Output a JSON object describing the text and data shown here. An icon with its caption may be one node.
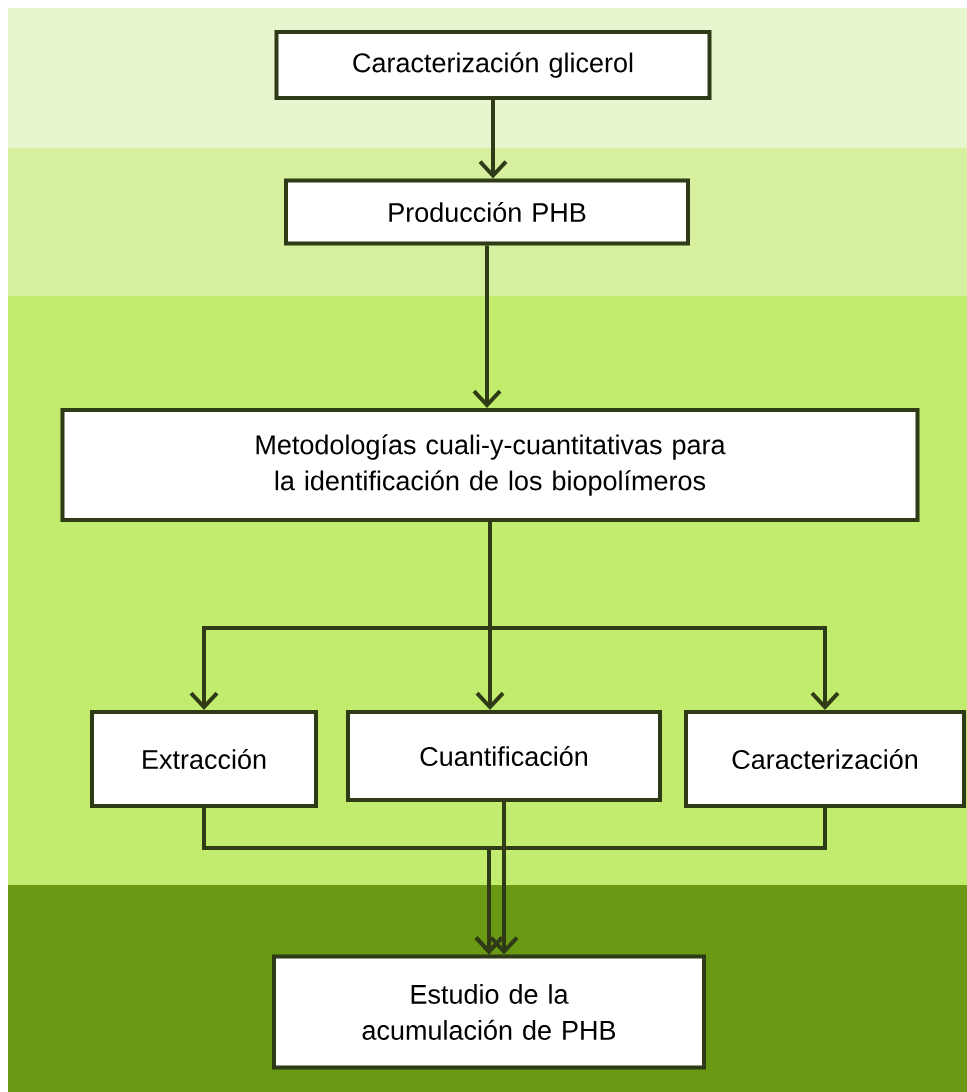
{
  "diagram": {
    "nodes": [
      {
        "text": [
          "Caracterización glicerol"
        ]
      },
      {
        "text": [
          "Producción  PHB"
        ]
      },
      {
        "text": [
          "Metodologías cuali-y-cuantitativas  para la identificación de los biopolímeros"
        ]
      },
      {
        "text": [
          "Extracción"
        ]
      },
      {
        "text": [
          "Cuantificación"
        ]
      },
      {
        "text": [
          "Caracterización"
        ]
      },
      {
        "text": [
          "Estudio de la acumulación de PHB"
        ]
      }
    ],
    "edges": [
      {
        "from": 0,
        "to": 1,
        "arrow": "to"
      },
      {
        "from": 1,
        "to": 2,
        "arrow": "to"
      },
      {
        "from": 2,
        "to": 3,
        "arrow": "to"
      },
      {
        "from": 2,
        "to": 4,
        "arrow": "to"
      },
      {
        "from": 2,
        "to": 5,
        "arrow": "to"
      },
      {
        "from": 3,
        "to": 6,
        "arrow": "to"
      },
      {
        "from": 4,
        "to": 6,
        "arrow": "to"
      },
      {
        "from": 5,
        "to": 6,
        "arrow": "to"
      }
    ]
  }
}
